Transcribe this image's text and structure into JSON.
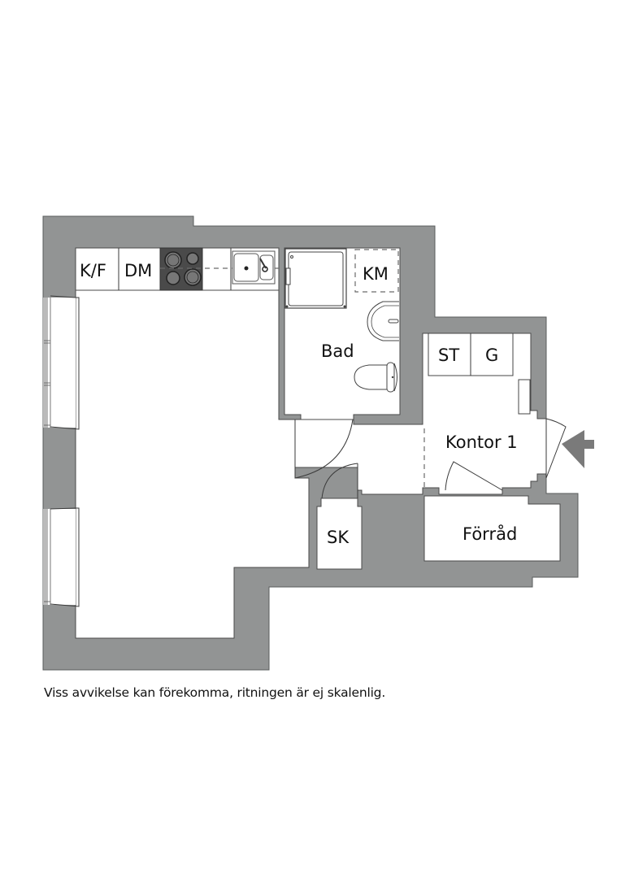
{
  "floor_plan": {
    "rooms": {
      "kitchen_fridge": "K/F",
      "dishwasher": "DM",
      "bathroom": "Bad",
      "washing_machine": "KM",
      "cabinet_st": "ST",
      "cabinet_g": "G",
      "office": "Kontor 1",
      "storage": "Förråd",
      "closet": "SK"
    },
    "icons": {
      "entrance": "entrance-arrow-icon",
      "stove": "stove-icon",
      "sink": "sink-icon",
      "shower": "shower-icon",
      "washbasin": "washbasin-icon",
      "toilet": "toilet-icon"
    },
    "colors": {
      "wall": "#929494",
      "stove": "#4a4a4a",
      "arrow": "#7a7a7a"
    }
  },
  "caption": "Viss avvikelse kan förekomma, ritningen är ej skalenlig."
}
